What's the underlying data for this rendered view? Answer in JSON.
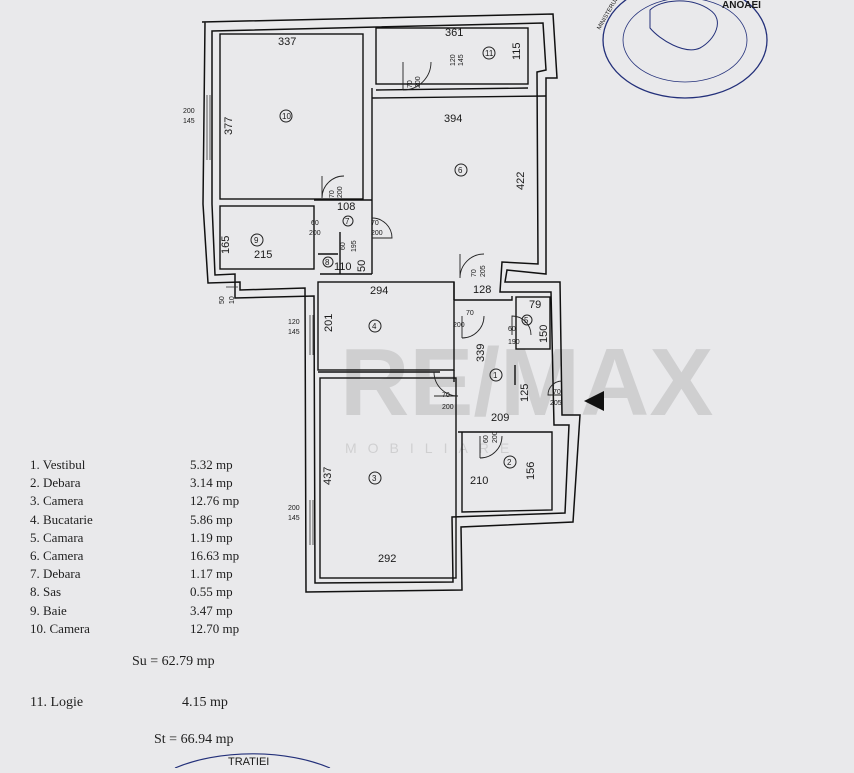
{
  "rooms": [
    {
      "no": "1.",
      "name": "Vestibul",
      "area": "5.32 mp"
    },
    {
      "no": "2.",
      "name": "Debara",
      "area": "3.14 mp"
    },
    {
      "no": "3.",
      "name": "Camera",
      "area": "12.76 mp"
    },
    {
      "no": "4.",
      "name": "Bucatarie",
      "area": "5.86 mp"
    },
    {
      "no": "5.",
      "name": "Camara",
      "area": "1.19 mp"
    },
    {
      "no": "6.",
      "name": "Camera",
      "area": "16.63 mp"
    },
    {
      "no": "7.",
      "name": "Debara",
      "area": "1.17 mp"
    },
    {
      "no": "8.",
      "name": "Sas",
      "area": "0.55 mp"
    },
    {
      "no": "9.",
      "name": "Baie",
      "area": "3.47 mp"
    },
    {
      "no": "10.",
      "name": "Camera",
      "area": "12.70 mp"
    }
  ],
  "su": "Su = 62.79 mp",
  "logie": {
    "label": "11. Logie",
    "area": "4.15 mp"
  },
  "st": "St = 66.94 mp",
  "plan": {
    "room_numbers": [
      "1",
      "2",
      "3",
      "4",
      "5",
      "6",
      "7",
      "8",
      "9",
      "10",
      "11"
    ],
    "dims": {
      "r10_w": "337",
      "r10_h": "377",
      "r11_w": "361",
      "r11_h": "115",
      "r6_w": "394",
      "r6_h": "422",
      "r9_w": "215",
      "r9_h": "165",
      "r8_w": "110",
      "r8_h": "50",
      "r7_w": "60",
      "r7_h": "195",
      "r4_w": "294",
      "r4_h": "201",
      "r5_w": "79",
      "r5_h": "150",
      "r1_w": "128",
      "r1_h": "339",
      "r1_w2": "209",
      "r1_h2": "125",
      "r3_w": "292",
      "r3_h": "437",
      "r2_w": "210",
      "r2_h": "156",
      "col_108": "108",
      "small_50": "50"
    },
    "openings": {
      "w_10": "200/145",
      "w_9": "50/10",
      "w_4": "120/145",
      "w_3": "200/145",
      "w_11": "120/145",
      "d_11": "70/200",
      "d_10": "70/200",
      "d_9": "60/200",
      "d_6": "70/200",
      "d_8": "60/195",
      "d_6b": "70/205",
      "d_4": "70/200",
      "d_5": "60/190",
      "d_3": "70/200",
      "d_2": "60/200",
      "d_entry": "70/205"
    }
  },
  "watermark": {
    "text": "RE/MAX",
    "sub": "MOBILIARE"
  },
  "stamp_top": {
    "text": "MINISTERUL ADMINISTRATIEI · OFICIUL DE CADASTRU, GEODEZIE ȘI CARTOGRAFIE BUCUREȘTI · O.N.C.G.C.",
    "name": "ANOAEI"
  },
  "stamp_bottom": {
    "text": "TRATIEI"
  }
}
